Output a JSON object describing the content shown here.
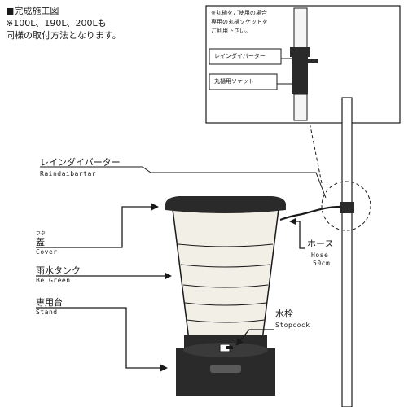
{
  "heading": {
    "title": "■完成施工図",
    "line1": "※100L、190L、200Lも",
    "line2": "同様の取付方法となります。"
  },
  "inset": {
    "note_line1": "※丸樋をご使用の場合",
    "note_line2": "専用の丸樋ソケットを",
    "note_line3": "ご利用下さい。",
    "label_diverter": "レインダイバーター",
    "label_socket": "丸樋用ソケット"
  },
  "labels": {
    "diverter_jp": "レインダイバーター",
    "diverter_en": "Raindaibartar",
    "cover_ruby": "フタ",
    "cover_jp": "蓋",
    "cover_en": "Cover",
    "tank_jp": "雨水タンク",
    "tank_en": "Be Green",
    "stand_jp": "専用台",
    "stand_en": "Stand",
    "hose_jp": "ホース",
    "hose_en": "Hose",
    "hose_len": "50cm",
    "stopcock_jp": "水栓",
    "stopcock_en": "Stopcock"
  },
  "colors": {
    "ink": "#1a1a1a",
    "tank_body": "#f1efe6",
    "dark_part": "#2a2a2a"
  }
}
